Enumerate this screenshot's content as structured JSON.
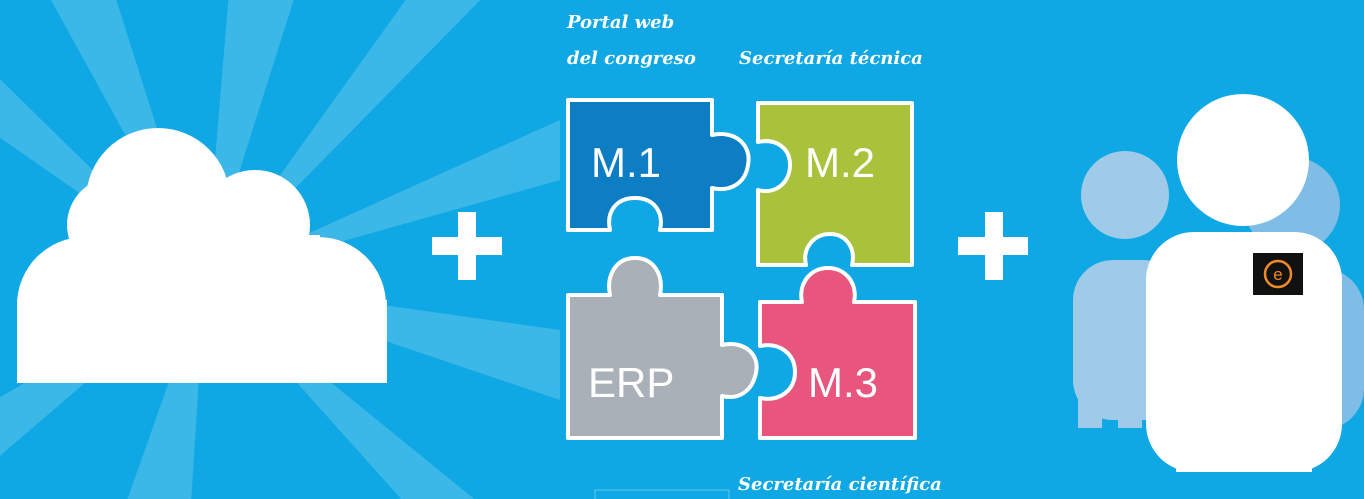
{
  "captions": {
    "portal_line1": "Portal web",
    "portal_line2": "del congreso",
    "tecnica": "Secretaría técnica",
    "cientifica": "Secretaría científica"
  },
  "pieces": {
    "m1": "M.1",
    "m2": "M.2",
    "erp": "ERP",
    "m3": "M.3"
  },
  "badge": {
    "letter": "e"
  },
  "colors": {
    "background": "#0fa8e4",
    "m1": "#0d7ec4",
    "m2": "#a8c33b",
    "erp": "#a9b0b8",
    "m3": "#e8557d",
    "badge_ring": "#f08a24"
  },
  "icons": [
    "cloud-icon",
    "plus-icon",
    "plus-icon",
    "people-icon"
  ]
}
